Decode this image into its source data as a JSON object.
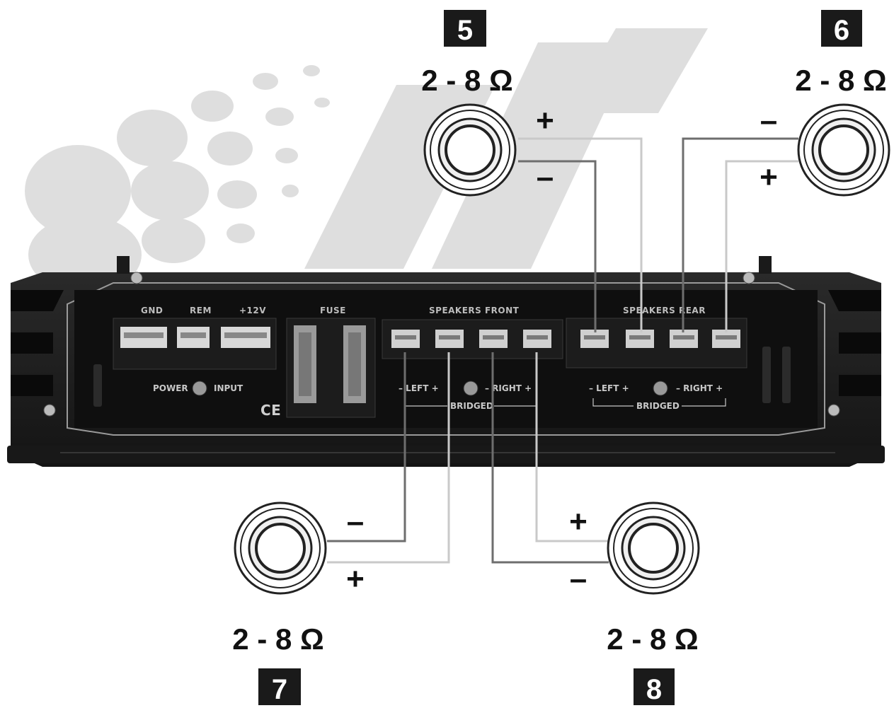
{
  "speakers": [
    {
      "badge": "5",
      "impedance": "2 - 8 Ω",
      "plus": "+",
      "minus": "–"
    },
    {
      "badge": "6",
      "impedance": "2 - 8 Ω",
      "plus": "+",
      "minus": "–"
    },
    {
      "badge": "7",
      "impedance": "2 - 8 Ω",
      "plus": "+",
      "minus": "–"
    },
    {
      "badge": "8",
      "impedance": "2 - 8 Ω",
      "plus": "+",
      "minus": "–"
    }
  ],
  "amplifier": {
    "gnd": "GND",
    "rem": "REM",
    "plus12v": "+12V",
    "fuse": "FUSE",
    "speakers_front": "SPEAKERS FRONT",
    "speakers_rear": "SPEAKERS REAR",
    "power": "POWER",
    "input": "INPUT",
    "ce": "CE",
    "front_left": "–  LEFT  +",
    "front_right": "–  RIGHT  +",
    "front_bridged": "BRIDGED",
    "rear_left": "–  LEFT  +",
    "rear_right": "–  RIGHT  +",
    "rear_bridged": "BRIDGED"
  },
  "colors": {
    "amp_body": "#1c1c1c",
    "panel": "#0e0e0e",
    "wire_dark": "#6e6e6e",
    "wire_light": "#c9c9c9",
    "badge": "#1a1a1a",
    "watermark": "#d9d9d9"
  }
}
